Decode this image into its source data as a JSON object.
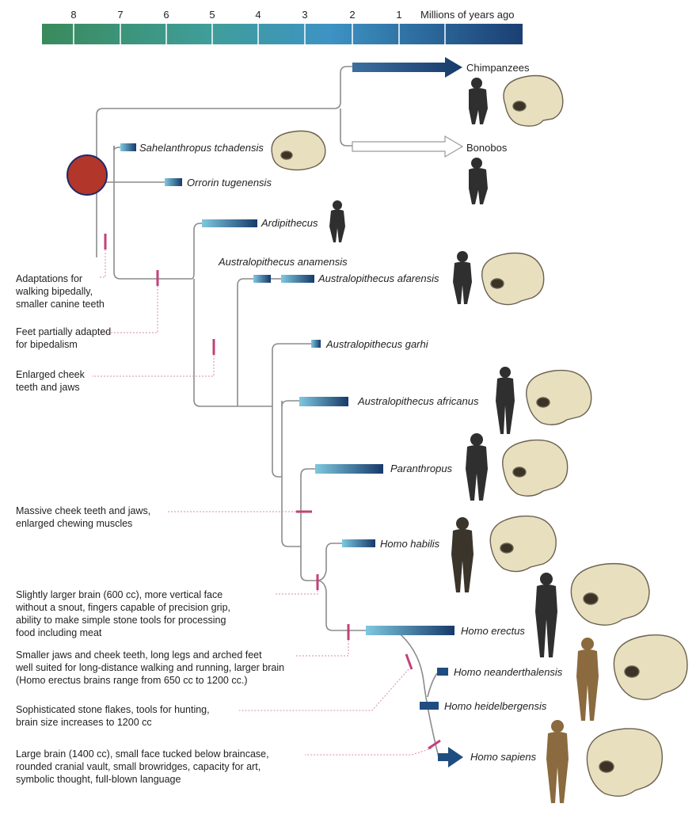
{
  "timeline": {
    "ticks": [
      "8",
      "7",
      "6",
      "5",
      "4",
      "3",
      "2",
      "1"
    ],
    "label": "Millions of years ago",
    "gradient": [
      "#3a8a5c",
      "#3f9e9a",
      "#3d93c4",
      "#1b3f73"
    ]
  },
  "colors": {
    "branch": "#8c8c8c",
    "bar_start": "#7ec8df",
    "bar_end": "#173a6a",
    "trait_mark": "#c2417a",
    "ancestor_node": "#b3362a",
    "skull": "#e8dfbf",
    "figure": "#2f2f2f",
    "figure_human": "#8a6a3e"
  },
  "taxa": [
    {
      "id": "chimpanzees",
      "label": "Chimpanzees",
      "italic": false
    },
    {
      "id": "bonobos",
      "label": "Bonobos",
      "italic": false
    },
    {
      "id": "sahelanthropus",
      "label": "Sahelanthropus tchadensis",
      "italic": true
    },
    {
      "id": "orrorin",
      "label": "Orrorin tugenensis",
      "italic": true
    },
    {
      "id": "ardipithecus",
      "label": "Ardipithecus",
      "italic": true
    },
    {
      "id": "anamensis",
      "label": "Australopithecus anamensis",
      "italic": true
    },
    {
      "id": "afarensis",
      "label": "Australopithecus afarensis",
      "italic": true
    },
    {
      "id": "garhi",
      "label": "Australopithecus garhi",
      "italic": true
    },
    {
      "id": "africanus",
      "label": "Australopithecus africanus",
      "italic": true
    },
    {
      "id": "paranthropus",
      "label": "Paranthropus",
      "italic": true
    },
    {
      "id": "habilis",
      "label": "Homo habilis",
      "italic": true
    },
    {
      "id": "erectus",
      "label": "Homo erectus",
      "italic": true
    },
    {
      "id": "neanderthalensis",
      "label": "Homo neanderthalensis",
      "italic": true
    },
    {
      "id": "heidelbergensis",
      "label": "Homo heidelbergensis",
      "italic": true
    },
    {
      "id": "sapiens",
      "label": "Homo sapiens",
      "italic": true
    }
  ],
  "traits": [
    {
      "id": "bipedal",
      "lines": [
        "Adaptations for",
        "walking bipedally,",
        "smaller canine teeth"
      ]
    },
    {
      "id": "feet",
      "lines": [
        "Feet partially adapted",
        "for bipedalism"
      ]
    },
    {
      "id": "cheek",
      "lines": [
        "Enlarged cheek",
        "teeth and jaws"
      ]
    },
    {
      "id": "massive",
      "lines": [
        "Massive cheek teeth and jaws,",
        "enlarged chewing muscles"
      ]
    },
    {
      "id": "brain600",
      "lines": [
        "Slightly larger brain (600 cc), more vertical face",
        "without a snout, fingers capable of precision grip,",
        "ability to make simple stone tools for processing",
        "food including meat"
      ]
    },
    {
      "id": "smallerjaws",
      "lines": [
        "Smaller jaws and cheek teeth, long legs and arched feet",
        "well suited for long-distance walking and running, larger brain",
        "(Homo erectus brains range from 650 cc to 1200 cc.)"
      ]
    },
    {
      "id": "flakes",
      "lines": [
        "Sophisticated stone flakes, tools for hunting,",
        "brain size increases to 1200 cc"
      ]
    },
    {
      "id": "largebrain",
      "lines": [
        "Large brain (1400 cc), small face tucked below braincase,",
        "rounded cranial vault, small browridges, capacity for art,",
        "symbolic thought, full-blown language"
      ]
    }
  ]
}
